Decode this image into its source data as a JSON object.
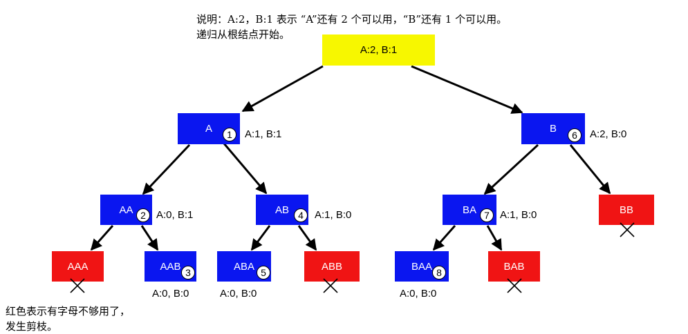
{
  "notes": {
    "top_line1": "说明：A:2，B:1 表示 “A”还有 2 个可以用，“B”还有 1 个可以用。",
    "top_line2": "递归从根结点开始。",
    "bottom_line1": "红色表示有字母不够用了，",
    "bottom_line2": "发生剪枝。"
  },
  "colors": {
    "valid": "#0a16f0",
    "pruned": "#f01414",
    "root": "#f7f700"
  },
  "tree": {
    "root": {
      "label": "A:2, B:1"
    },
    "nodes": [
      {
        "id": "A",
        "label": "A",
        "step": "1",
        "status": "A:1, B:1",
        "pruned": false
      },
      {
        "id": "B",
        "label": "B",
        "step": "6",
        "status": "A:2, B:0",
        "pruned": false
      },
      {
        "id": "AA",
        "label": "AA",
        "step": "2",
        "status": "A:0, B:1",
        "pruned": false
      },
      {
        "id": "AB",
        "label": "AB",
        "step": "4",
        "status": "A:1, B:0",
        "pruned": false
      },
      {
        "id": "BA",
        "label": "BA",
        "step": "7",
        "status": "A:1, B:0",
        "pruned": false
      },
      {
        "id": "BB",
        "label": "BB",
        "pruned": true
      },
      {
        "id": "AAA",
        "label": "AAA",
        "pruned": true
      },
      {
        "id": "AAB",
        "label": "AAB",
        "step": "3",
        "status": "A:0, B:0",
        "pruned": false
      },
      {
        "id": "ABA",
        "label": "ABA",
        "step": "5",
        "status": "A:0, B:0",
        "pruned": false
      },
      {
        "id": "ABB",
        "label": "ABB",
        "pruned": true
      },
      {
        "id": "BAA",
        "label": "BAA",
        "step": "8",
        "status": "A:0, B:0",
        "pruned": false
      },
      {
        "id": "BAB",
        "label": "BAB",
        "pruned": true
      }
    ]
  }
}
